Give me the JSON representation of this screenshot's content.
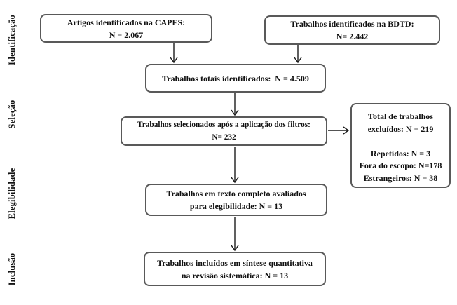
{
  "diagram": {
    "stage_labels": [
      {
        "label": "Identificação"
      },
      {
        "label": "Seleção"
      },
      {
        "label": "Elegibilidade"
      },
      {
        "label": "Inclusão"
      }
    ],
    "boxes": {
      "capes": {
        "lines": [
          "Artigos identificados na CAPES:",
          "N = 2.067"
        ]
      },
      "bdtd": {
        "lines": [
          "Trabalhos identificados na BDTD:",
          "N= 2.442"
        ]
      },
      "total_identified": {
        "lines": [
          "Trabalhos totais identificados:  N = 4.509"
        ]
      },
      "selected_after_filters": {
        "lines": [
          "Trabalhos selecionados após a aplicação dos filtros:",
          "N= 232"
        ]
      },
      "excluded": {
        "lines": [
          "Total de trabalhos",
          "excluídos: N = 219",
          "",
          "Repetidos: N = 3",
          "Fora do escopo: N=178",
          "Estrangeiros: N = 38"
        ]
      },
      "full_text_assessed": {
        "lines": [
          "Trabalhos em texto completo avaliados",
          "para elegibilidade: N = 13"
        ]
      },
      "included": {
        "lines": [
          "Trabalhos incluídos em síntese quantitativa",
          "na revisão sistemática: N = 13"
        ]
      }
    },
    "colors": {
      "box_border": "#595959",
      "text": "#111111",
      "arrow": "#1c1c1c",
      "background": "#ffffff"
    }
  }
}
